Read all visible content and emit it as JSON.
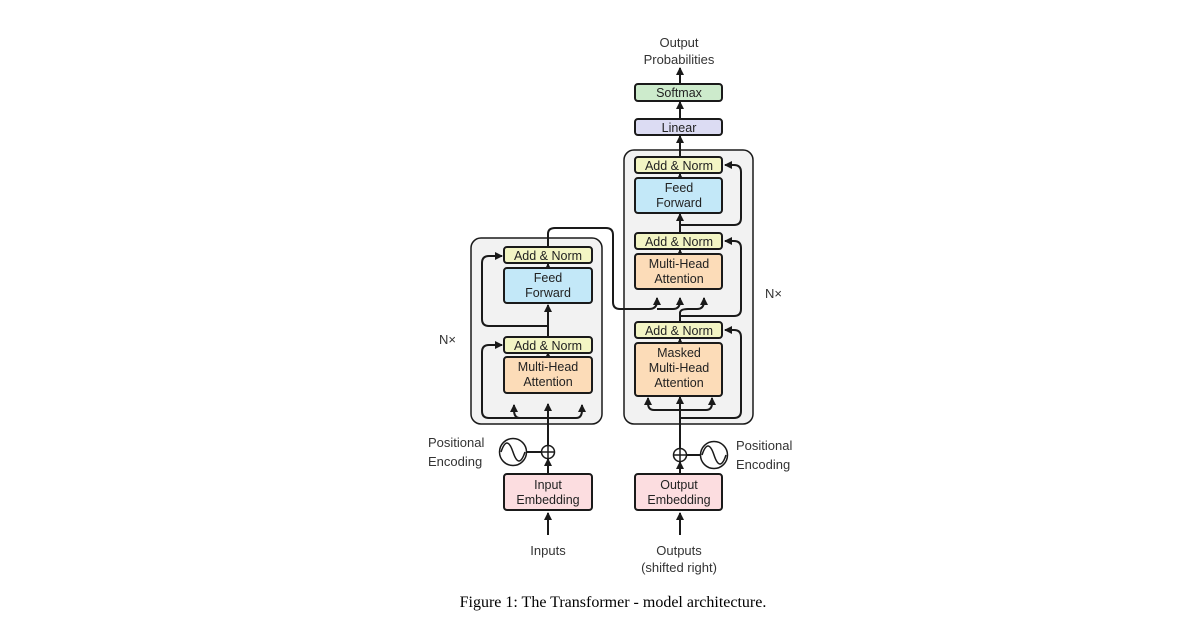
{
  "labels": {
    "output_probabilities": [
      "Output",
      "Probabilities"
    ],
    "softmax": "Softmax",
    "linear": "Linear",
    "add_norm": "Add & Norm",
    "feed_forward": [
      "Feed",
      "Forward"
    ],
    "multi_head_attention": [
      "Multi-Head",
      "Attention"
    ],
    "masked_multi_head_attention": [
      "Masked",
      "Multi-Head",
      "Attention"
    ],
    "input_embedding": [
      "Input",
      "Embedding"
    ],
    "output_embedding": [
      "Output",
      "Embedding"
    ],
    "positional_encoding": [
      "Positional",
      "Encoding"
    ],
    "nx": "N×",
    "inputs": "Inputs",
    "outputs": [
      "Outputs",
      "(shifted right)"
    ]
  },
  "caption": "Figure 1: The Transformer - model architecture.",
  "colors": {
    "add_norm": "#f3f5c4",
    "feed_forward": "#c3e8f8",
    "attention": "#fcdcb8",
    "embedding": "#fcdde0",
    "linear": "#dcdcf3",
    "softmax": "#cdebcc",
    "stack_bg": "#f2f2f2"
  }
}
